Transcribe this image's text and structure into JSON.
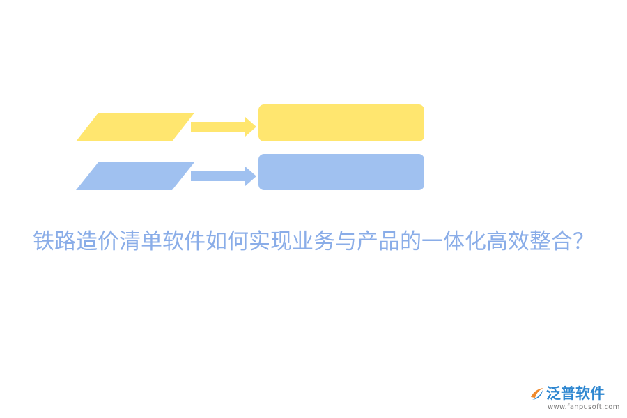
{
  "title": "铁路造价清单软件如何实现业务与产品的一体化高效整合？",
  "colors": {
    "yellow": "#FFE66F",
    "blue": "#A0C1F0",
    "title_blue": "#8AADE8",
    "logo_blue": "#2D86D0",
    "logo_orange": "#F08A2B",
    "logo_url": "#777777"
  },
  "rows": [
    {
      "color_key": "yellow",
      "label": ""
    },
    {
      "color_key": "blue",
      "label": ""
    }
  ],
  "logo": {
    "name": "泛普软件",
    "url": "www.fanpusoft.com",
    "icon": "fanpu-logo-icon"
  }
}
